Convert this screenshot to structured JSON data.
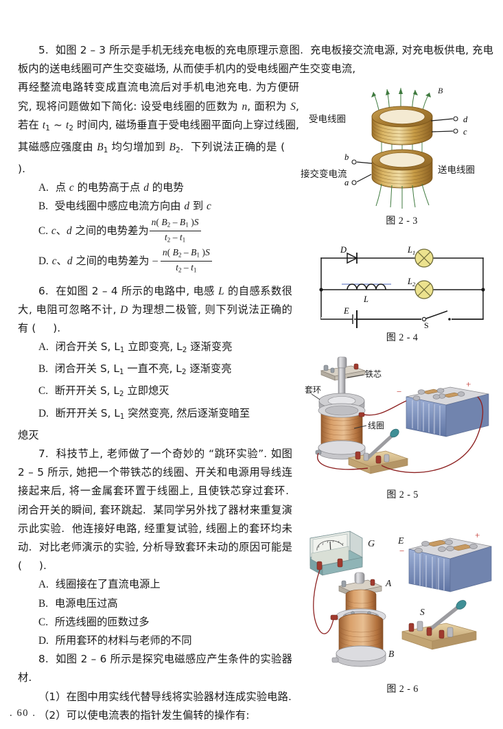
{
  "page": {
    "folio": ". 60 ."
  },
  "questions": [
    {
      "id": "q5",
      "body_lines": [
        "5. 如图 2 - 3 所示是手机无线充电板的充电原理示意图. 充电板接交流电源, 对充电",
        "板供电, 充电板内的送电线圈可产生交变磁场, 从而使手机内的受电线圈产生交变电流,",
        "再经整流电路转变成直流电流后对手机电池充电.",
        "为方便研究, 现将问题做如下简化: 设受电线圈的",
        "匝数为 n, 面积为 S, 若在 t1 ~ t2 时间内, 磁场垂直",
        "于受电线圈平面向上穿过线圈, 其磁感应强度由 B1",
        "均匀增加到 B2. 下列说法正确的是 (    )."
      ],
      "options": [
        {
          "label": "A.",
          "text": "点 c 的电势高于点 d 的电势"
        },
        {
          "label": "B.",
          "text": "受电线圈中感应电流方向由 d 到 c"
        },
        {
          "label": "C.",
          "text": "c、d 之间的电势差为",
          "fraction": {
            "numerator": "n( B2 - B1 )S",
            "denominator": "t2 - t1"
          },
          "sign": ""
        },
        {
          "label": "D.",
          "text": "c、d 之间的电势差为",
          "fraction": {
            "numerator": "n( B2 - B1 )S",
            "denominator": "t2 - t1"
          },
          "sign": "-"
        }
      ]
    },
    {
      "id": "q6",
      "body_lines": [
        "6. 在如图 2 - 4 所示的电路中, 电感 L 的自感系",
        "数很大, 电阻可忽略不计, D 为理想二极管, 则下列",
        "说法正确的有 (    )."
      ],
      "options": [
        {
          "label": "A.",
          "text": "闭合开关 S, L1 立即变亮, L2 逐渐变亮"
        },
        {
          "label": "B.",
          "text": "闭合开关 S, L1 一直不亮, L2 逐渐变亮"
        },
        {
          "label": "C.",
          "text": "断开开关 S, L2 立即熄灭"
        },
        {
          "label": "D.",
          "text": "断开开关 S, L1 突然变亮, 然后逐渐变暗至"
        },
        {
          "label": "",
          "text": "熄灭"
        }
      ]
    },
    {
      "id": "q7",
      "body_lines": [
        "7. 科技节上, 老师做了一个奇妙的 “跳环实验”.",
        "如图 2 - 5 所示, 她把一个带铁芯的线圈、开关和电源",
        "用导线连接起来后, 将一金属套环置于线圈上, 且使铁",
        "芯穿过套环. 闭合开关的瞬间, 套环跳起. 某同学另外",
        "找了器材来重复演示此实验. 他连接好电路, 经重复试",
        "验, 线圈上的套环均未动. 对比老师演示的实验, 分析",
        "导致套环未动的原因可能是 (    )."
      ],
      "options": [
        {
          "label": "A.",
          "text": "线圈接在了直流电源上"
        },
        {
          "label": "B.",
          "text": "电源电压过高"
        },
        {
          "label": "C.",
          "text": "所选线圈的匝数过多"
        },
        {
          "label": "D.",
          "text": "所用套环的材料与老师的不同"
        }
      ]
    },
    {
      "id": "q8",
      "body_lines": [
        "8. 如图 2 - 6 所示是探究电磁感应产生条件的实",
        "验器材.",
        "（1）在图中用实线代替导线将实验器材连成实验",
        "电路.",
        "（2）可以使电流表的指针发生偏转的操作有:"
      ],
      "options": []
    }
  ],
  "figures": [
    {
      "id": "fig2-3",
      "caption": "图 2 - 3",
      "labels": {
        "B": "B",
        "receiving_coil": "受电线圈",
        "transmitting_coil": "送电线圈",
        "ac_source": "接交变电流",
        "terminal_a": "a",
        "terminal_b": "b",
        "terminal_c": "c",
        "terminal_d": "d"
      },
      "colors": {
        "coil": "#b8892f",
        "coil_light": "#e3c37a",
        "field": "#3f7a3f"
      }
    },
    {
      "id": "fig2-4",
      "caption": "图 2 - 4",
      "labels": {
        "diode": "D",
        "lamp1": "L1",
        "lamp2": "L2",
        "inductor": "L",
        "battery": "E",
        "switch": "S"
      },
      "colors": {
        "lamp": "#ece28e",
        "wire": "#1a1a1a",
        "coil_hint": "#4a63b8"
      }
    },
    {
      "id": "fig2-5",
      "caption": "图 2 - 5",
      "labels": {
        "iron_core": "铁芯",
        "ring": "套环",
        "coil": "线圈",
        "positive": "+",
        "negative": "-"
      },
      "colors": {
        "copper": "#c08a52",
        "metal": "#c9c9cb",
        "battery_blue": "#7f93c0",
        "wire": "#8e2323",
        "wood": "#d9c08a"
      }
    },
    {
      "id": "fig2-6",
      "caption": "图 2 - 6",
      "labels": {
        "galvanometer": "G",
        "coil_top": "A",
        "coil_bottom": "B",
        "battery": "E",
        "switch": "S",
        "positive": "+",
        "negative": "-"
      },
      "colors": {
        "copper": "#c08a52",
        "meter_body": "#7fa8ad",
        "battery_blue": "#7f93c0",
        "wire": "#8e2323",
        "wood": "#d9c08a"
      }
    }
  ]
}
